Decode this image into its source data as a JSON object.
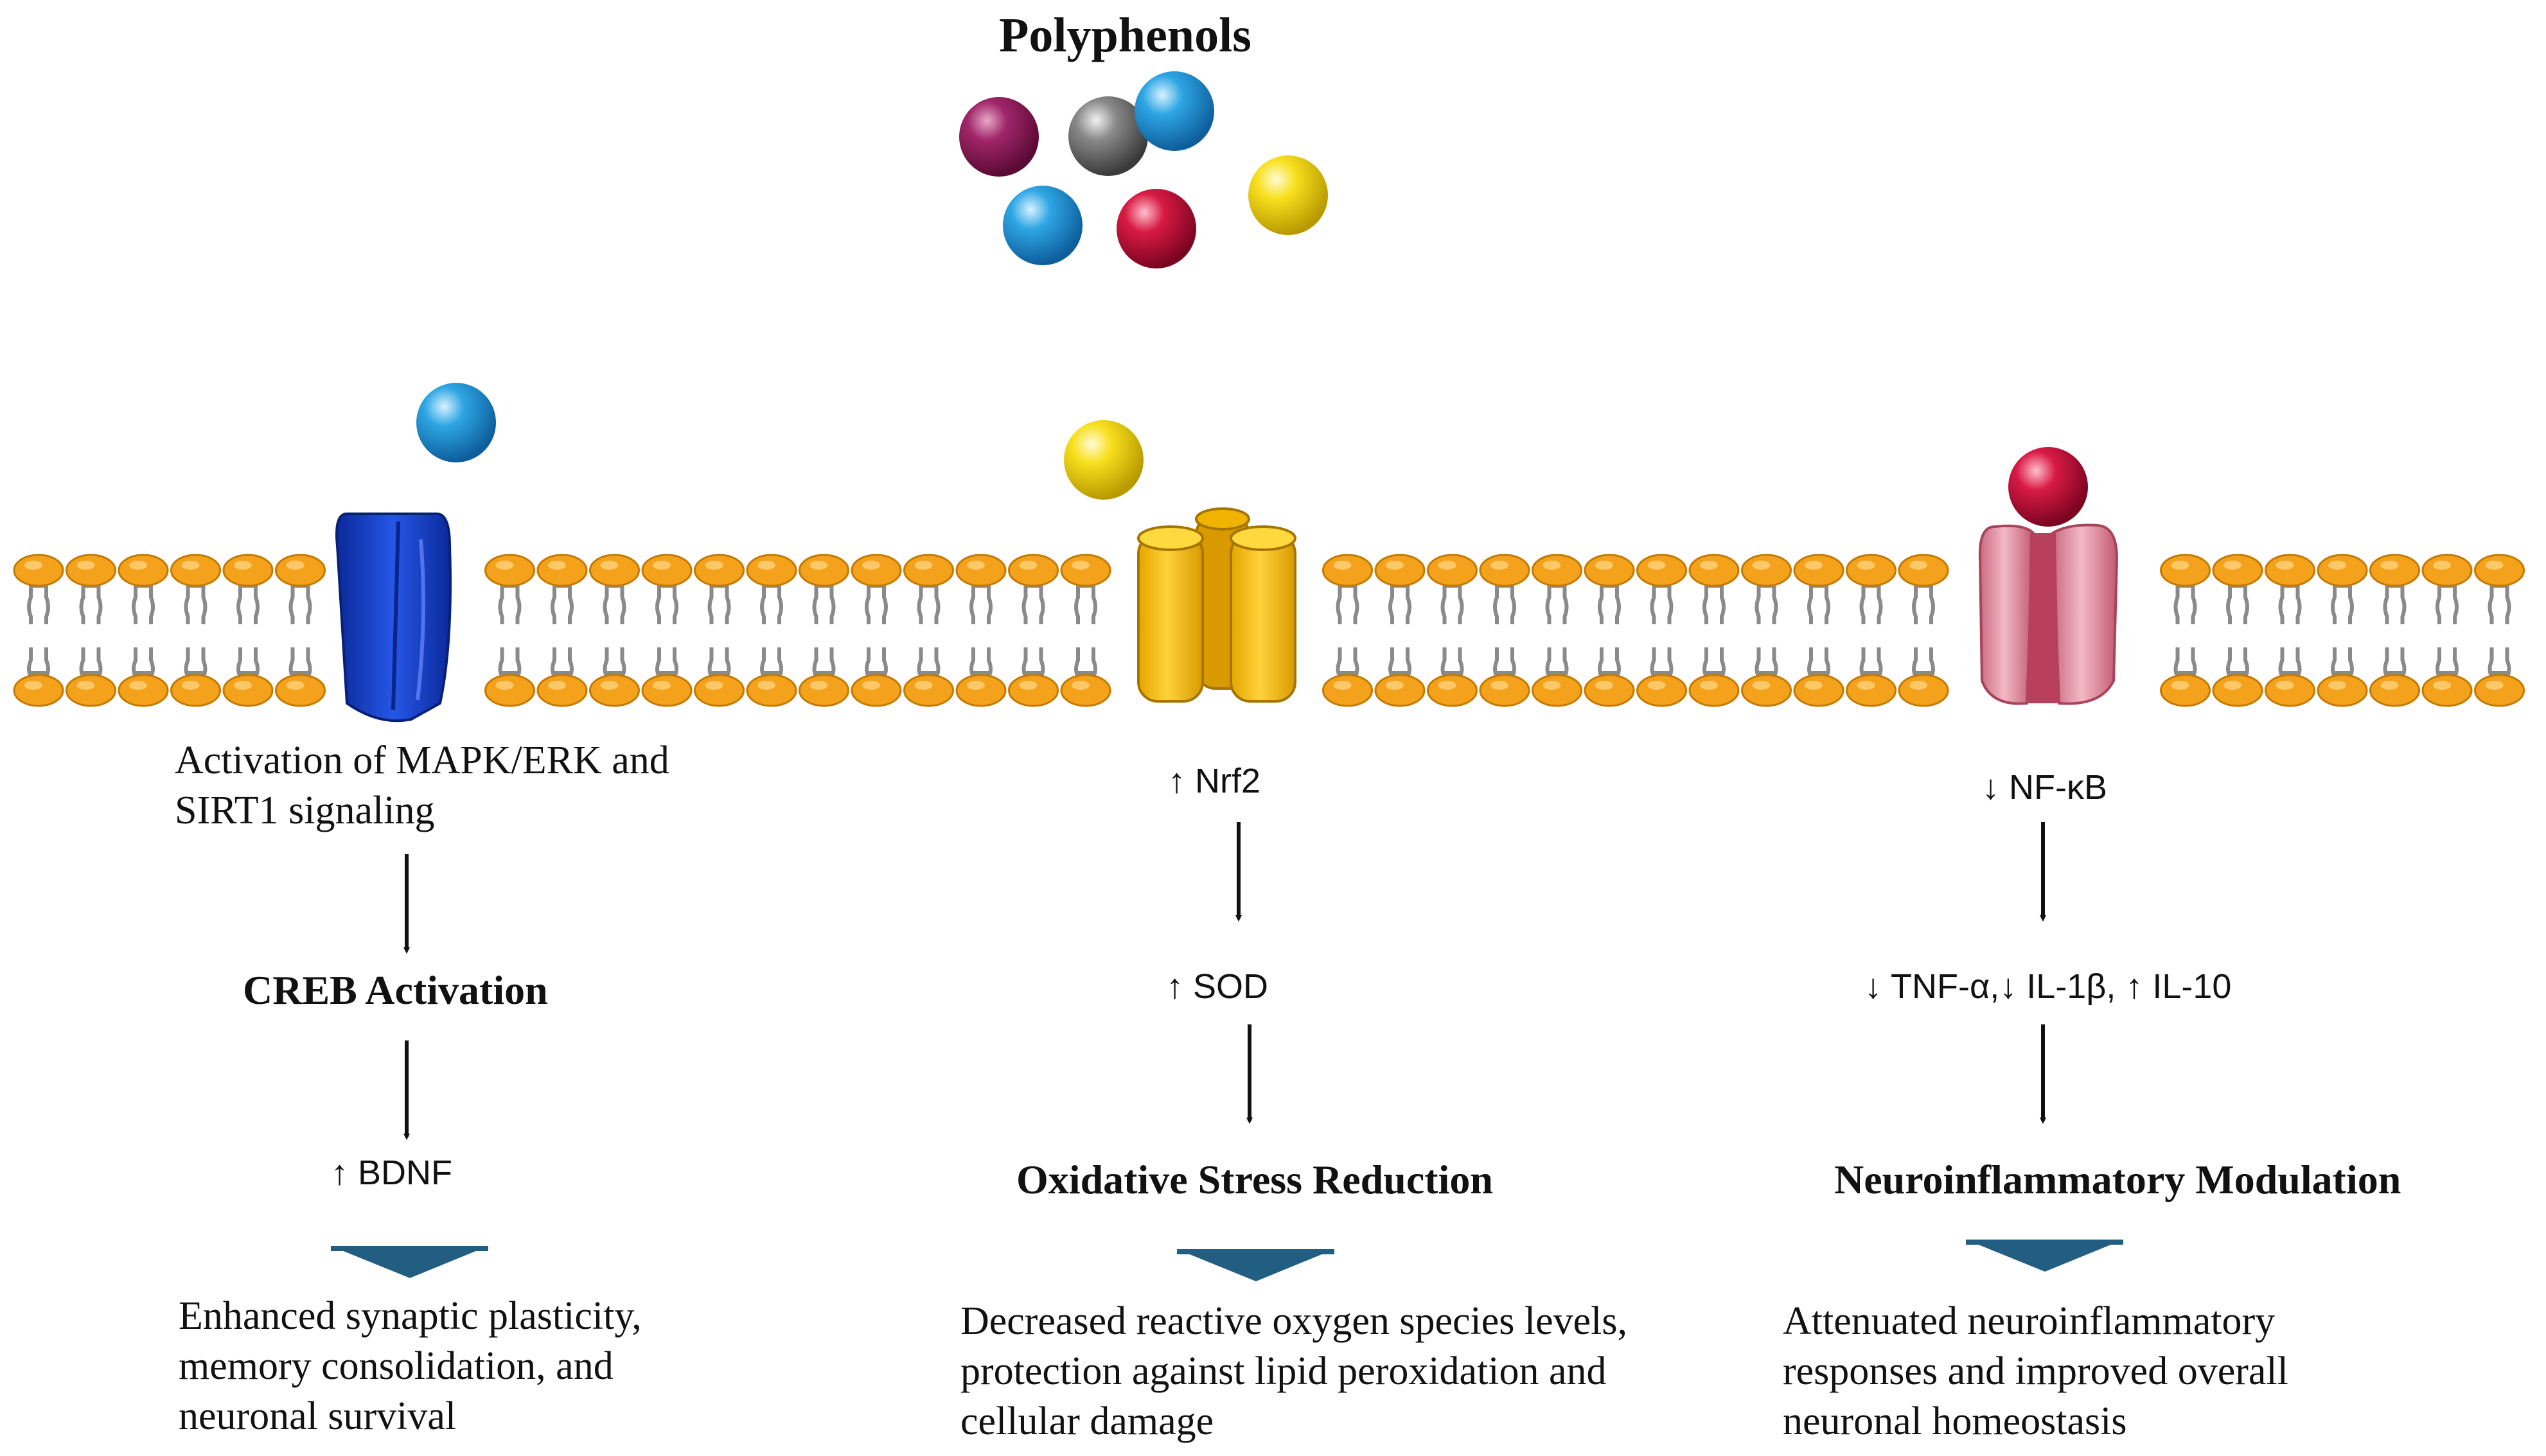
{
  "title": "Polyphenols",
  "columns": [
    {
      "receptor_color": "#1a3fc4",
      "ligand_color": "#29a0df",
      "signal": "Activation of MAPK/ERK and SIRT1 signaling",
      "step2": "CREB Activation",
      "step3": "↑ BDNF",
      "outcome": "Enhanced synaptic plasticity, memory consolidation, and neuronal survival"
    },
    {
      "receptor_color": "#f5c000",
      "ligand_color": "#f7de1a",
      "signal": "↑ Nrf2",
      "step2": "↑ SOD",
      "step3": "Oxidative Stress Reduction",
      "outcome": "Decreased reactive oxygen species levels, protection against lipid peroxidation and cellular damage"
    },
    {
      "receptor_color": "#e9a6b2",
      "ligand_color": "#d3163f",
      "signal": "↓ NF-κB",
      "step2": "↓ TNF-α,↓ IL-1β, ↑ IL-10",
      "step3": "Neuroinflammatory Modulation",
      "outcome": "Attenuated neuroinflammatory responses and improved overall neuronal homeostasis"
    }
  ],
  "colors": {
    "membrane_head": "#f4a21c",
    "membrane_tail": "#8a8a8a",
    "outcome_arrow": "#215e82",
    "ball_purple": "#8c1a55",
    "ball_gray": "#7d7d7d",
    "ball_blue": "#29a0df",
    "ball_red": "#d3163f",
    "ball_yellow": "#f7de1a"
  }
}
